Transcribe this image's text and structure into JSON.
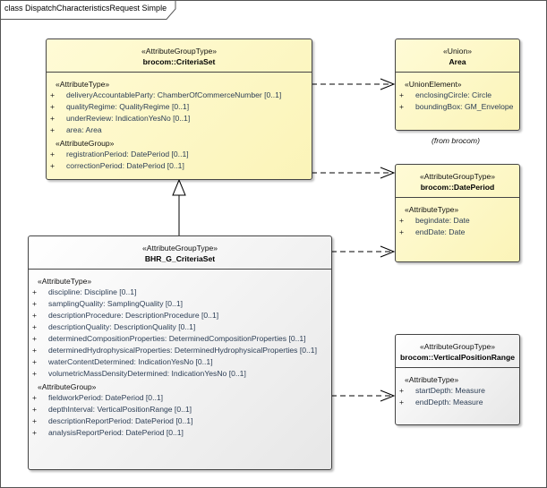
{
  "frame": {
    "title": "class DispatchCharacteristicsRequest Simple"
  },
  "colors": {
    "yellow_fill": "#fbf4b8",
    "grey_fill": "#e7e7e7",
    "border": "#444444"
  },
  "classes": {
    "criteriaset": {
      "stereotype": "«AttributeGroupType»",
      "name": "brocom::CriteriaSet",
      "sections": [
        {
          "label": "«AttributeType»",
          "attributes": [
            "deliveryAccountableParty: ChamberOfCommerceNumber [0..1]",
            "qualityRegime: QualityRegime [0..1]",
            "underReview: IndicationYesNo [0..1]",
            "area: Area"
          ]
        },
        {
          "label": "«AttributeGroup»",
          "attributes": [
            "registrationPeriod: DatePeriod [0..1]",
            "correctionPeriod: DatePeriod [0..1]"
          ]
        }
      ]
    },
    "area": {
      "stereotype": "«Union»",
      "name": "Area",
      "sections": [
        {
          "label": "«UnionElement»",
          "attributes": [
            "enclosingCircle: Circle",
            "boundingBox: GM_Envelope"
          ]
        }
      ],
      "note": "(from brocom)"
    },
    "dateperiod": {
      "stereotype": "«AttributeGroupType»",
      "name": "brocom::DatePeriod",
      "sections": [
        {
          "label": "«AttributeType»",
          "attributes": [
            "begindate: Date",
            "endDate: Date"
          ]
        }
      ]
    },
    "bhr": {
      "stereotype": "«AttributeGroupType»",
      "name": "BHR_G_CriteriaSet",
      "sections": [
        {
          "label": "«AttributeType»",
          "attributes": [
            "discipline: Discipline [0..1]",
            "samplingQuality: SamplingQuality [0..1]",
            "descriptionProcedure: DescriptionProcedure [0..1]",
            "descriptionQuality: DescriptionQuality [0..1]",
            "determinedCompositionProperties: DeterminedCompositionProperties [0..1]",
            "determinedHydrophysicalProperties: DeterminedHydrophysicalProperties [0..1]",
            "waterContentDetermined: IndicationYesNo [0..1]",
            "volumetricMassDensityDetermined: IndicationYesNo [0..1]"
          ]
        },
        {
          "label": "«AttributeGroup»",
          "attributes": [
            "fieldworkPeriod: DatePeriod [0..1]",
            "depthInterval: VerticalPositionRange [0..1]",
            "descriptionReportPeriod: DatePeriod [0..1]",
            "analysisReportPeriod: DatePeriod [0..1]"
          ]
        }
      ]
    },
    "vpr": {
      "stereotype": "«AttributeGroupType»",
      "name": "brocom::VerticalPositionRange",
      "sections": [
        {
          "label": "«AttributeType»",
          "attributes": [
            "startDepth: Measure",
            "endDepth: Measure"
          ]
        }
      ]
    }
  },
  "visibility_symbol": "+"
}
